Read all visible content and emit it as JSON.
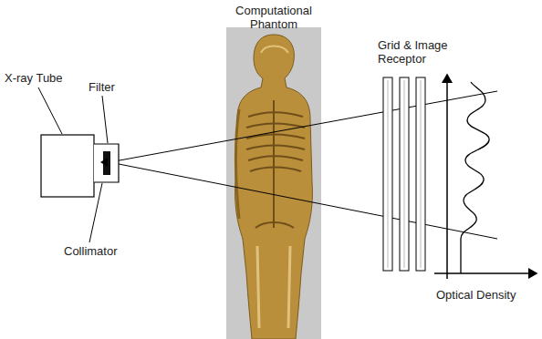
{
  "diagram": {
    "labels": [
      "X-ray Tube",
      "Filter",
      "Collimator",
      "Computational Phantom",
      "Grid & Image Receptor",
      "Optical Density"
    ]
  }
}
